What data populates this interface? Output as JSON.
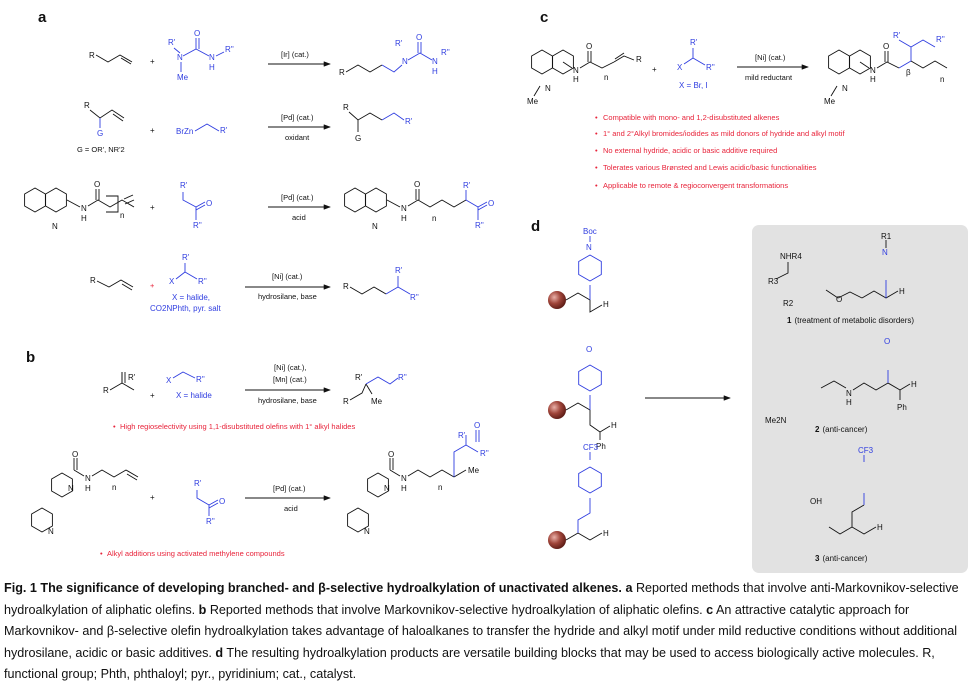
{
  "panel_labels": {
    "a": "a",
    "b": "b",
    "c": "c",
    "d": "d"
  },
  "atoms": {
    "R": "R",
    "R1": "R'",
    "R2": "R''",
    "Me": "Me",
    "O": "O",
    "N": "N",
    "H": "H",
    "G": "G",
    "BrZn": "BrZn",
    "X": "X",
    "n": "n",
    "Ph": "Ph",
    "Boc": "Boc",
    "CF3": "CF3",
    "OH": "OH",
    "NHR4": "NHR4",
    "R1s": "R1",
    "R2s": "R2",
    "R3s": "R3",
    "Me2N": "Me2N",
    "beta": "β",
    "plus": "+"
  },
  "panel_a": {
    "rxn1": {
      "top": "[Ir] (cat.)"
    },
    "rxn2": {
      "top": "[Pd] (cat.)",
      "bottom": "oxidant",
      "note": "G = OR', NR'2"
    },
    "rxn3": {
      "top": "[Pd] (cat.)",
      "bottom": "acid"
    },
    "rxn4": {
      "top": "[Ni] (cat.)",
      "bottom": "hydrosilane, base",
      "note1": "X = halide,",
      "note2": "CO2NPhth, pyr. salt"
    }
  },
  "panel_b": {
    "rxn1": {
      "top1": "[Ni] (cat.),",
      "top2": "[Mn] (cat.)",
      "bottom": "hydrosilane, base",
      "note": "X = halide",
      "bullet": "High regioselectivity using 1,1-disubstituted olefins with 1° alkyl halides"
    },
    "rxn2": {
      "top": "[Pd] (cat.)",
      "bottom": "acid",
      "bullet": "Alkyl additions using activated methylene compounds"
    }
  },
  "panel_c": {
    "top": "[Ni] (cat.)",
    "bottom": "mild reductant",
    "note": "X = Br, I",
    "bullets": [
      "Compatible with mono- and 1,2-disubstituted alkenes",
      "1° and 2°Alkyl bromides/iodides as mild donors of hydride and alkyl motif",
      "No external hydride, acidic or basic additive required",
      "Tolerates various Brønsted and Lewis acidic/basic functionalities",
      "Applicable to remote & regioconvergent transformations"
    ]
  },
  "panel_d": {
    "compounds": [
      {
        "num": "1",
        "desc": "(treatment of metabolic disorders)"
      },
      {
        "num": "2",
        "desc": "(anti-cancer)"
      },
      {
        "num": "3",
        "desc": "(anti-cancer)"
      }
    ]
  },
  "caption": {
    "title": "Fig. 1 The significance of developing branched- and β-selective hydroalkylation of unactivated alkenes.",
    "a_label": "a",
    "a_text": "Reported methods that involve anti-Markovnikov-selective hydroalkylation of aliphatic olefins.",
    "b_label": "b",
    "b_text": "Reported methods that involve Markovnikov-selective hydroalkylation of aliphatic olefins.",
    "c_label": "c",
    "c_text": "An attractive catalytic approach for Markovnikov- and β-selective olefin hydroalkylation takes advantage of haloalkanes to transfer the hydride and alkyl motif under mild reductive conditions without additional hydrosilane, acidic or basic additives.",
    "d_label": "d",
    "d_text": "The resulting hydroalkylation products are versatile building blocks that may be used to access biologically active molecules. R, functional group; Phth, phthaloyl; pyr., pyridinium; cat., catalyst."
  },
  "colors": {
    "blue": "#2f3de0",
    "red": "#e8233a",
    "box": "#e2e2e2"
  }
}
